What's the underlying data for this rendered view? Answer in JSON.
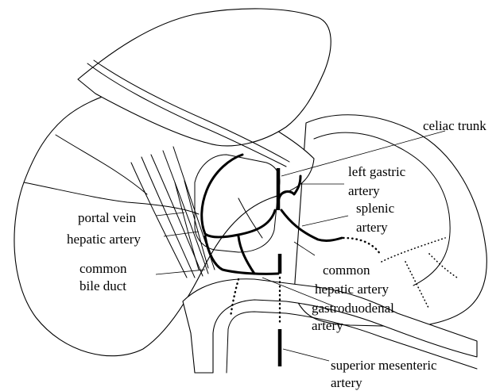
{
  "labels": {
    "celiac_trunk": "celiac trunk",
    "left_gastric_1": "left gastric",
    "left_gastric_2": "artery",
    "splenic_1": "splenic",
    "splenic_2": "artery",
    "portal_vein": "portal vein",
    "hepatic_artery": "hepatic artery",
    "common_bile_duct_1": "common",
    "common_bile_duct_2": "bile duct",
    "common_hepatic_1": "common",
    "common_hepatic_2": "hepatic artery",
    "gastroduodenal_1": "gastroduodenal",
    "gastroduodenal_2": "artery",
    "superior_mesenteric_1": "superior mesenteric",
    "superior_mesenteric_2": "artery"
  }
}
